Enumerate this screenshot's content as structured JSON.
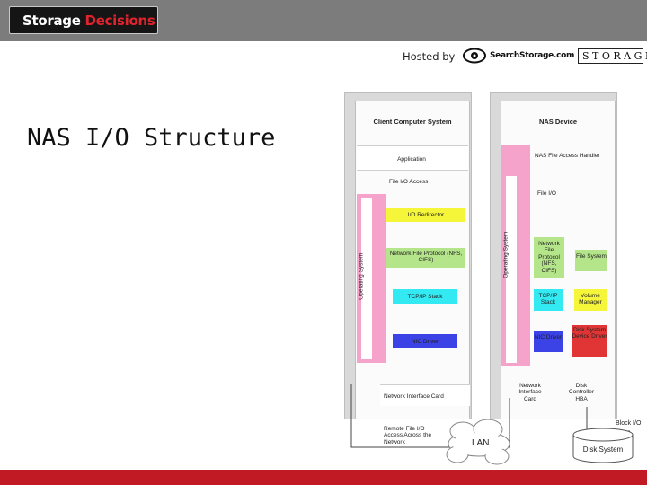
{
  "header": {
    "logo_part1": "Storage",
    "logo_part2": "Decisions",
    "hosted_by": "Hosted by",
    "searchstorage": "SearchStorage.com",
    "storage_logo": "STORAGE"
  },
  "slide": {
    "title": "NAS I/O Structure"
  },
  "diagram": {
    "client": {
      "title": "Client Computer System",
      "application": "Application",
      "file_io_access": "File I/O Access",
      "io_redirector": "I/O Redirector",
      "network_file_protocol": "Network File Protocol (NFS, CIFS)",
      "tcpip_stack": "TCP/IP Stack",
      "nic_driver": "NIC Driver",
      "operating_system": "Operating System",
      "network_interface_card": "Network Interface Card",
      "remote_file_io": "Remote File I/O Access Across the Network"
    },
    "nas": {
      "title": "NAS Device",
      "file_access_handler": "NAS File Access Handler",
      "file_io": "File I/O",
      "network_file_protocol": "Network File Protocol (NFS, CIFS)",
      "file_system": "File System",
      "tcpip_stack": "TCP/IP Stack",
      "volume_manager": "Volume Manager",
      "nic_driver": "NIC Driver",
      "disk_system_device_driver": "Disk System Device Driver",
      "operating_system": "Operating System",
      "network_interface_card": "Network Interface Card",
      "disk_controller_hba": "Disk Controller HBA"
    },
    "lan": "LAN",
    "block_io": "Block I/O",
    "disk_system": "Disk System",
    "colors": {
      "pink": "#f6a3cc",
      "yellow": "#f5f53a",
      "green": "#b5e58a",
      "cyan": "#33eaf2",
      "blue": "#3b42e6",
      "red": "#e13535",
      "frame": "#cfcfcf"
    }
  }
}
